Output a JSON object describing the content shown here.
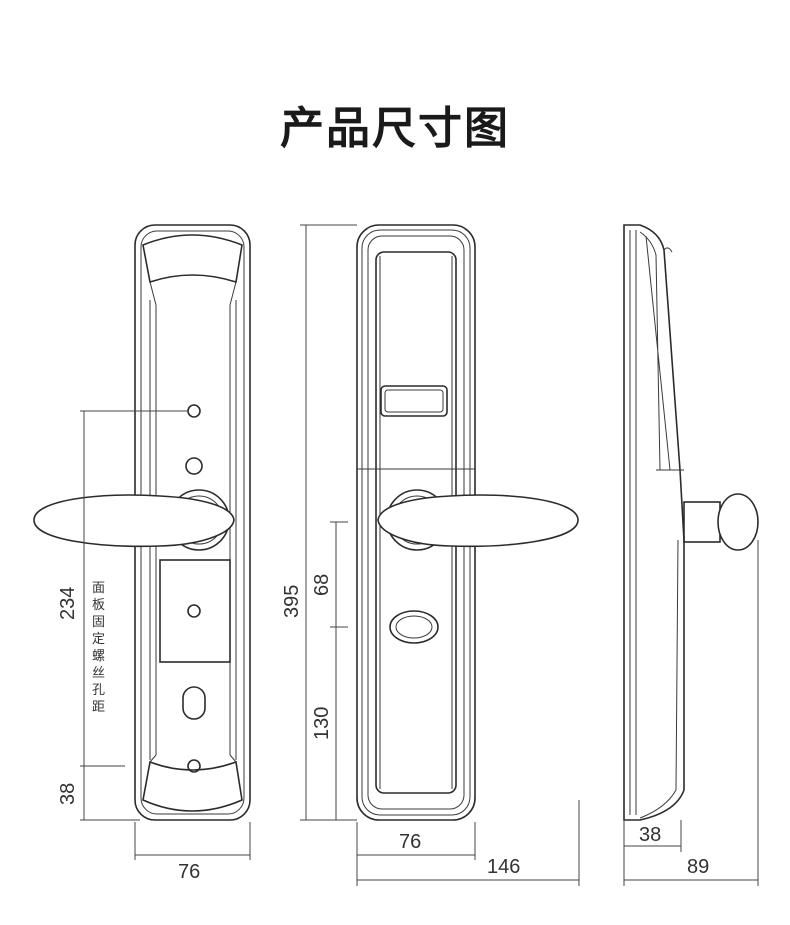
{
  "title": "产品尺寸图",
  "front_view": {
    "dim_panel_width": "76",
    "dim_hole_distance": "234",
    "dim_bottom_offset": "38",
    "note_chars": [
      "面",
      "板",
      "固",
      "定",
      "螺",
      "丝",
      "孔",
      "距"
    ]
  },
  "back_view": {
    "dim_total_height": "395",
    "dim_spindle_to_keyhole": "68",
    "dim_keyhole_to_bottom": "130",
    "dim_panel_width": "76",
    "dim_handle_length": "146"
  },
  "side_view": {
    "dim_panel_depth": "38",
    "dim_total_depth": "89"
  }
}
